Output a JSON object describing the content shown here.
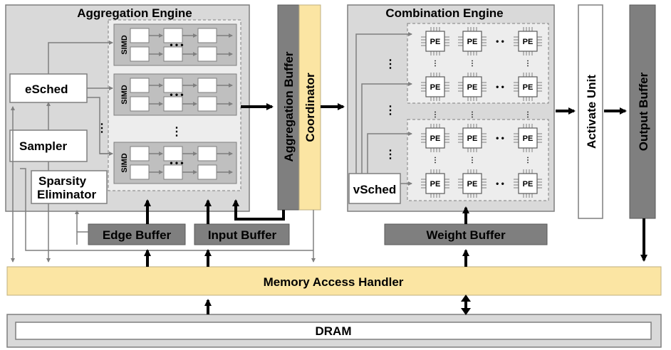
{
  "agg": {
    "title": "Aggregation Engine",
    "simd": "SIMD",
    "esched": "eSched",
    "sampler": "Sampler",
    "sparsity_line1": "Sparsity",
    "sparsity_line2": "Eliminator"
  },
  "buffers": {
    "aggregation": "Aggregation Buffer",
    "coordinator": "Coordinator",
    "edge": "Edge Buffer",
    "input": "Input Buffer",
    "weight": "Weight Buffer",
    "output": "Output Buffer"
  },
  "comb": {
    "title": "Combination Engine",
    "pe": "PE",
    "vsched": "vSched"
  },
  "activate": "Activate Unit",
  "memory": "Memory Access Handler",
  "dram": "DRAM",
  "colors": {
    "engine_bg": "#d9d9d9",
    "dark_gray": "#7f7f7f",
    "yellow": "#fbe5a3",
    "simd_fill": "#bfbfbf",
    "inner_bg": "#ededed"
  }
}
